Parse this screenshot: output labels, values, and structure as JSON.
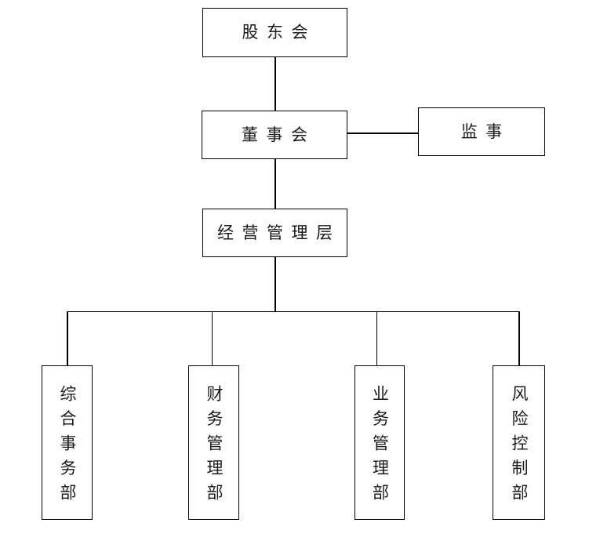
{
  "diagram": {
    "type": "org-chart",
    "background_color": "#ffffff",
    "line_color": "#000000",
    "nodes": {
      "shareholders": {
        "label": "股东会",
        "orientation": "horizontal"
      },
      "board": {
        "label": "董事会",
        "orientation": "horizontal"
      },
      "supervisor": {
        "label": "监事",
        "orientation": "horizontal"
      },
      "management": {
        "label": "经营管理层",
        "orientation": "horizontal"
      },
      "dept_general_affairs": {
        "label": "综合事务部",
        "orientation": "vertical"
      },
      "dept_finance": {
        "label": "财务管理部",
        "orientation": "vertical"
      },
      "dept_business": {
        "label": "业务管理部",
        "orientation": "vertical"
      },
      "dept_risk_control": {
        "label": "风险控制部",
        "orientation": "vertical"
      }
    },
    "edges": [
      {
        "from": "shareholders",
        "to": "board"
      },
      {
        "from": "board",
        "to": "supervisor"
      },
      {
        "from": "board",
        "to": "management"
      },
      {
        "from": "management",
        "to": "dept_general_affairs"
      },
      {
        "from": "management",
        "to": "dept_finance"
      },
      {
        "from": "management",
        "to": "dept_business"
      },
      {
        "from": "management",
        "to": "dept_risk_control"
      }
    ]
  }
}
